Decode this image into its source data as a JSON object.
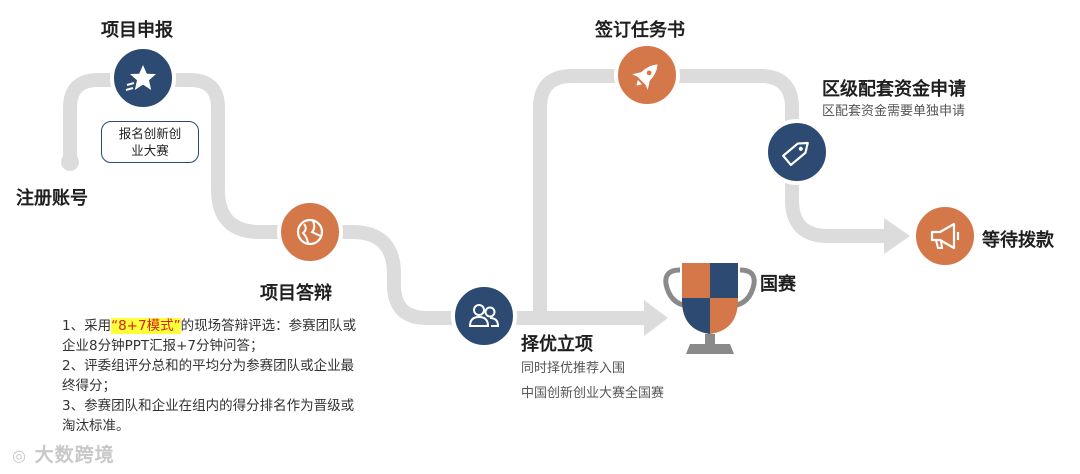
{
  "steps": {
    "register": "注册账号",
    "apply": "项目申报",
    "apply_note": "报名创新创业大赛",
    "defense": "项目答辩",
    "select": "择优立项",
    "select_sub1": "同时择优推荐入围",
    "select_sub2": "中国创新创业大赛全国赛",
    "contract": "签订任务书",
    "district": "区级配套资金申请",
    "district_sub": "区配套资金需要单独申请",
    "wait": "等待拨款",
    "national": "国赛"
  },
  "notes": {
    "l1_pre": "1、采用",
    "l1_hl": "“8+7模式”",
    "l1_post": "的现场答辩评选：参赛团队或",
    "l2": "企业8分钟PPT汇报+7分钟问答；",
    "l3": "2、评委组评分总和的平均分为参赛团队或企业最",
    "l4": "终得分；",
    "l5": "3、参赛团队和企业在组内的得分排名作为晋级或",
    "l6": "淘汰标准。"
  },
  "watermark": "大数跨境",
  "colors": {
    "navy": "#2c4a72",
    "orange": "#d4784a",
    "track": "#dcdcdc"
  },
  "icons": {
    "apply": "star-icon",
    "defense": "globe-icon",
    "select": "people-icon",
    "contract": "rocket-icon",
    "district": "tag-icon",
    "wait": "megaphone-icon",
    "national": "trophy-icon"
  }
}
